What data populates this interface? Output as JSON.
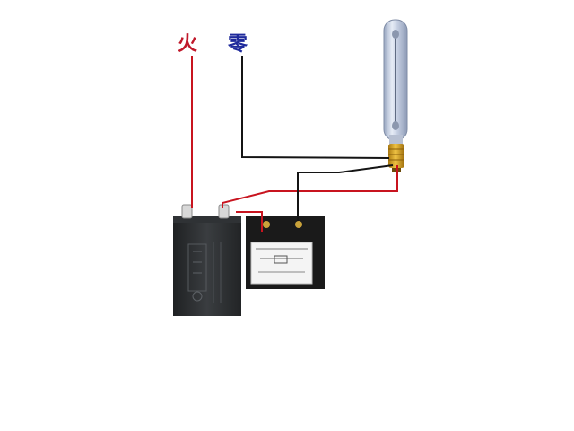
{
  "labels": {
    "live": "火",
    "neutral": "零"
  },
  "colors": {
    "live_wire": "#c8141f",
    "neutral_wire": "#141414",
    "background": "#ffffff",
    "ballast_body": "#2a2c2e",
    "igniter_body": "#1c1c1c",
    "lamp_glass": "#c9d3e6",
    "lamp_base": "#d6a21f"
  },
  "components": {
    "lamp": "lamp",
    "ballast": "ballast",
    "igniter": "igniter"
  }
}
